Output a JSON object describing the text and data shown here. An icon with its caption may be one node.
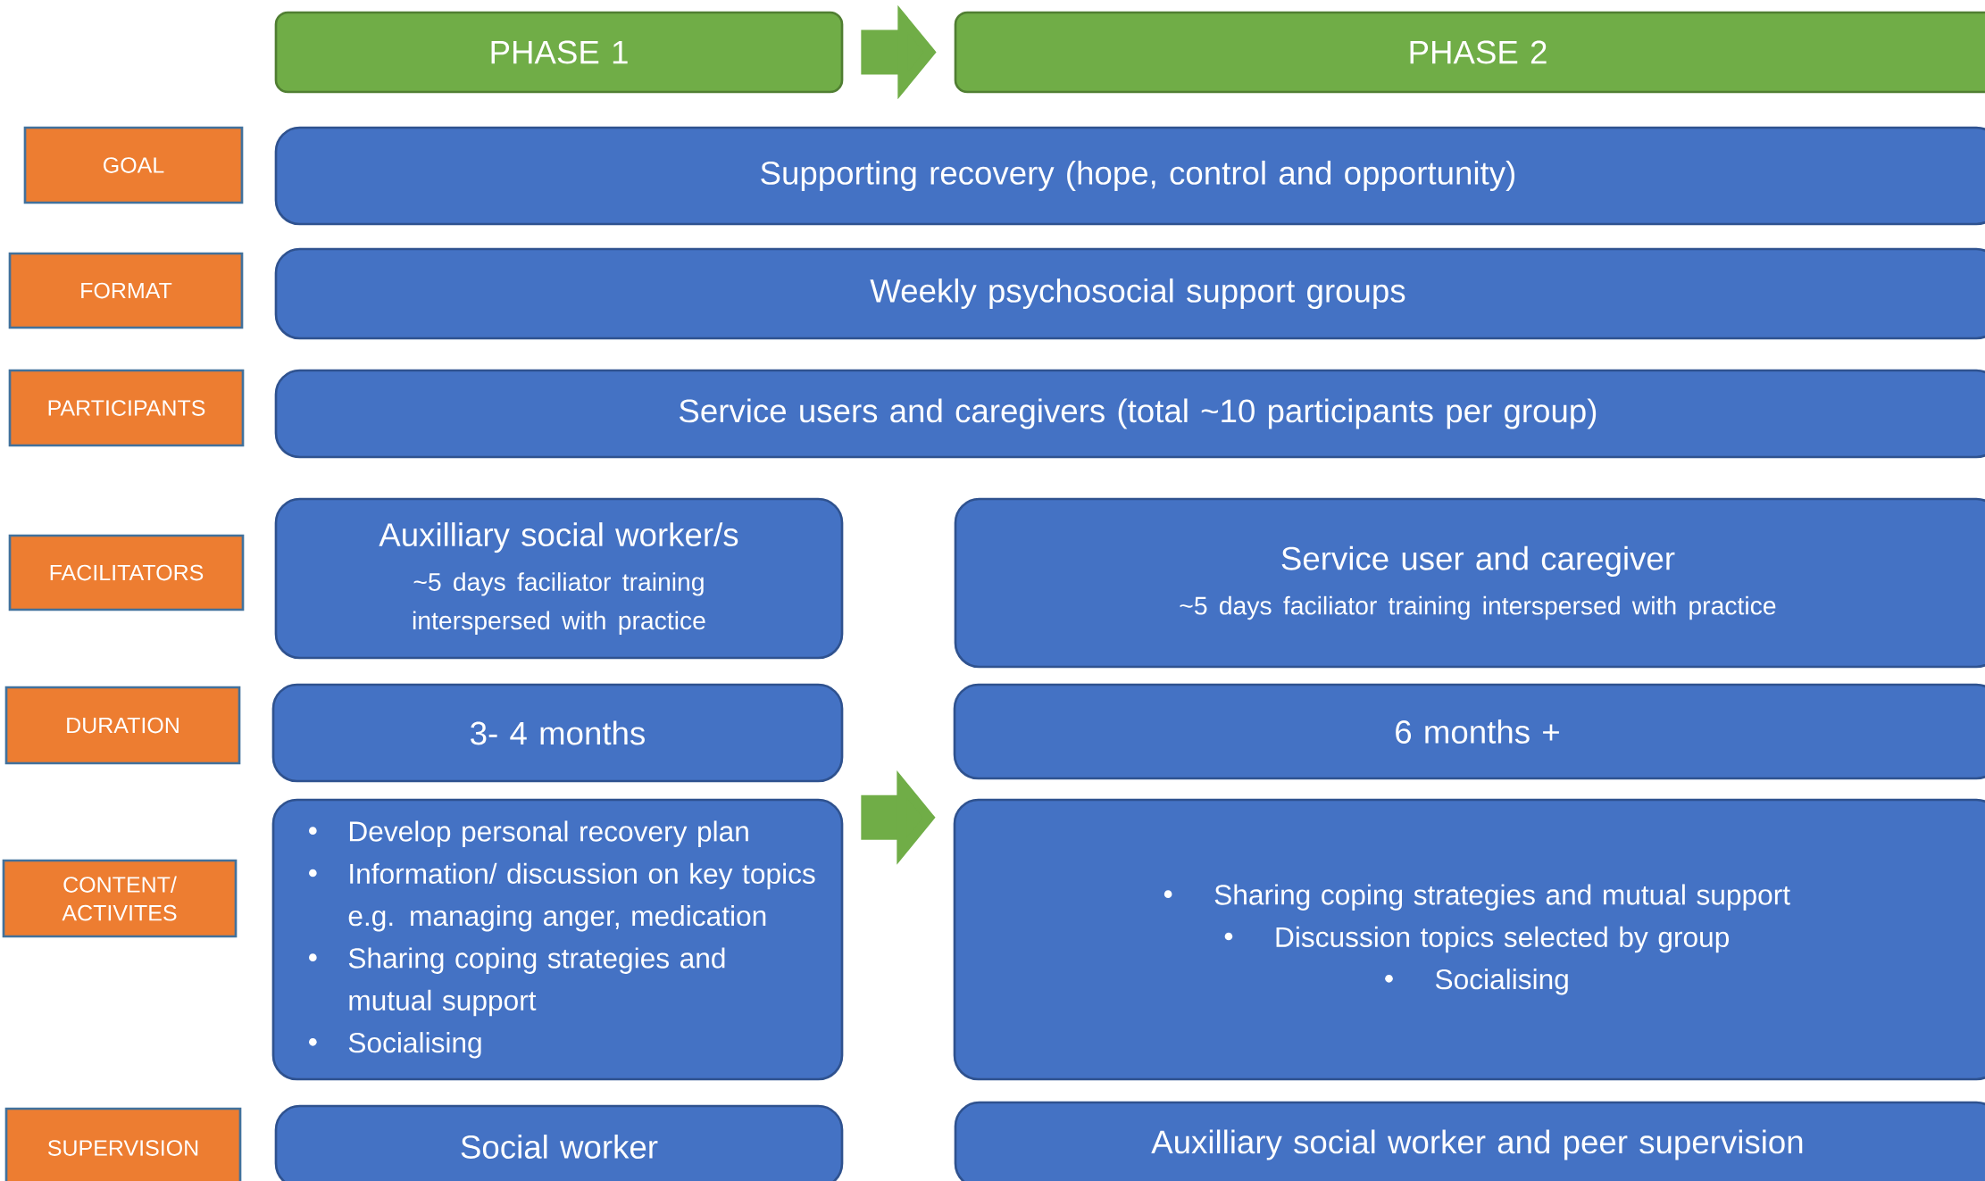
{
  "diagram": {
    "nodes": [
      {
        "text": [
          "PHASE 1"
        ]
      },
      {
        "text": [
          "PHASE 2"
        ]
      },
      {
        "text": [
          "GOAL"
        ]
      },
      {
        "text": [
          "Supporting recovery (hope, control and opportunity)"
        ]
      },
      {
        "text": [
          "FORMAT"
        ]
      },
      {
        "text": [
          "Weekly psychosocial support groups"
        ]
      },
      {
        "text": [
          "PARTICIPANTS"
        ]
      },
      {
        "text": [
          "Service users and caregivers (total ~10 participants per group)"
        ]
      },
      {
        "text": [
          "FACILITATORS"
        ]
      },
      {
        "text": [
          "Auxilliary social worker/s",
          "~5 days faciliator training interspersed with practice"
        ]
      },
      {
        "text": [
          "Service user and caregiver",
          "~5 days faciliator training interspersed with practice"
        ]
      },
      {
        "text": [
          "DURATION"
        ]
      },
      {
        "text": [
          "3- 4 months"
        ]
      },
      {
        "text": [
          "6 months +"
        ]
      },
      {
        "text": [
          "CONTENT/ ACTIVITES"
        ]
      },
      {
        "text": [
          "Develop personal recovery plan",
          "Information/ discussion on key topics e.g. managing anger, medication",
          "Sharing coping strategies and mutual support",
          "Socialising"
        ]
      },
      {
        "text": [
          "Sharing coping strategies and mutual support",
          "Discussion topics selected by group",
          "Socialising"
        ]
      },
      {
        "text": [
          "SUPERVISION"
        ]
      },
      {
        "text": [
          "Social worker"
        ]
      },
      {
        "text": [
          "Auxilliary social worker and peer supervision"
        ]
      }
    ],
    "edges": [
      {
        "from": 0,
        "to": 1,
        "arrow": "to"
      },
      {
        "from": 15,
        "to": 16,
        "arrow": "to"
      }
    ]
  }
}
